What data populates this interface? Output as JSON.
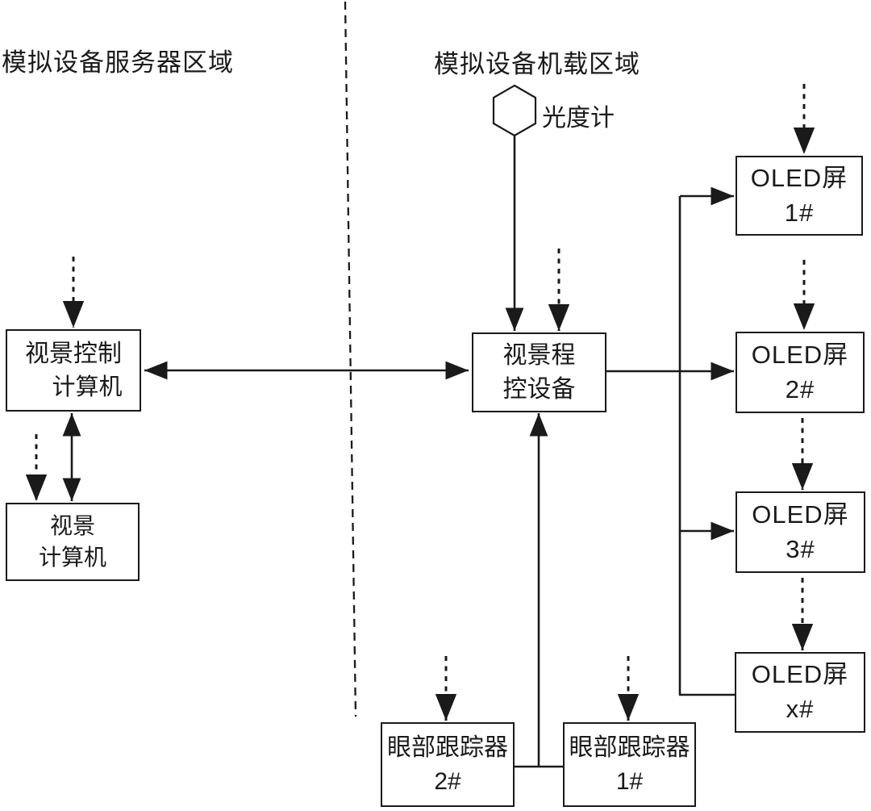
{
  "diagram": {
    "regions": {
      "server_area_title": "模拟设备服务器区域",
      "onboard_area_title": "模拟设备机载区域"
    },
    "photometer_label": "光度计",
    "boxes": {
      "scene_control_computer": {
        "line1": "视景控制",
        "line2": "计算机"
      },
      "scene_computer": {
        "line1": "视景",
        "line2": "计算机"
      },
      "scene_program_control": {
        "line1": "视景程",
        "line2": "控设备"
      },
      "oled_1": {
        "line1": "OLED屏",
        "line2": "1#"
      },
      "oled_2": {
        "line1": "OLED屏",
        "line2": "2#"
      },
      "oled_3": {
        "line1": "OLED屏",
        "line2": "3#"
      },
      "oled_x": {
        "line1": "OLED屏",
        "line2": "x#"
      },
      "eye_tracker_2": {
        "line1": "眼部跟踪器",
        "line2": "2#"
      },
      "eye_tracker_1": {
        "line1": "眼部跟踪器",
        "line2": "1#"
      }
    },
    "colors": {
      "line": "#1a1a1a",
      "background": "#ffffff",
      "text": "#1a1a1a"
    }
  }
}
